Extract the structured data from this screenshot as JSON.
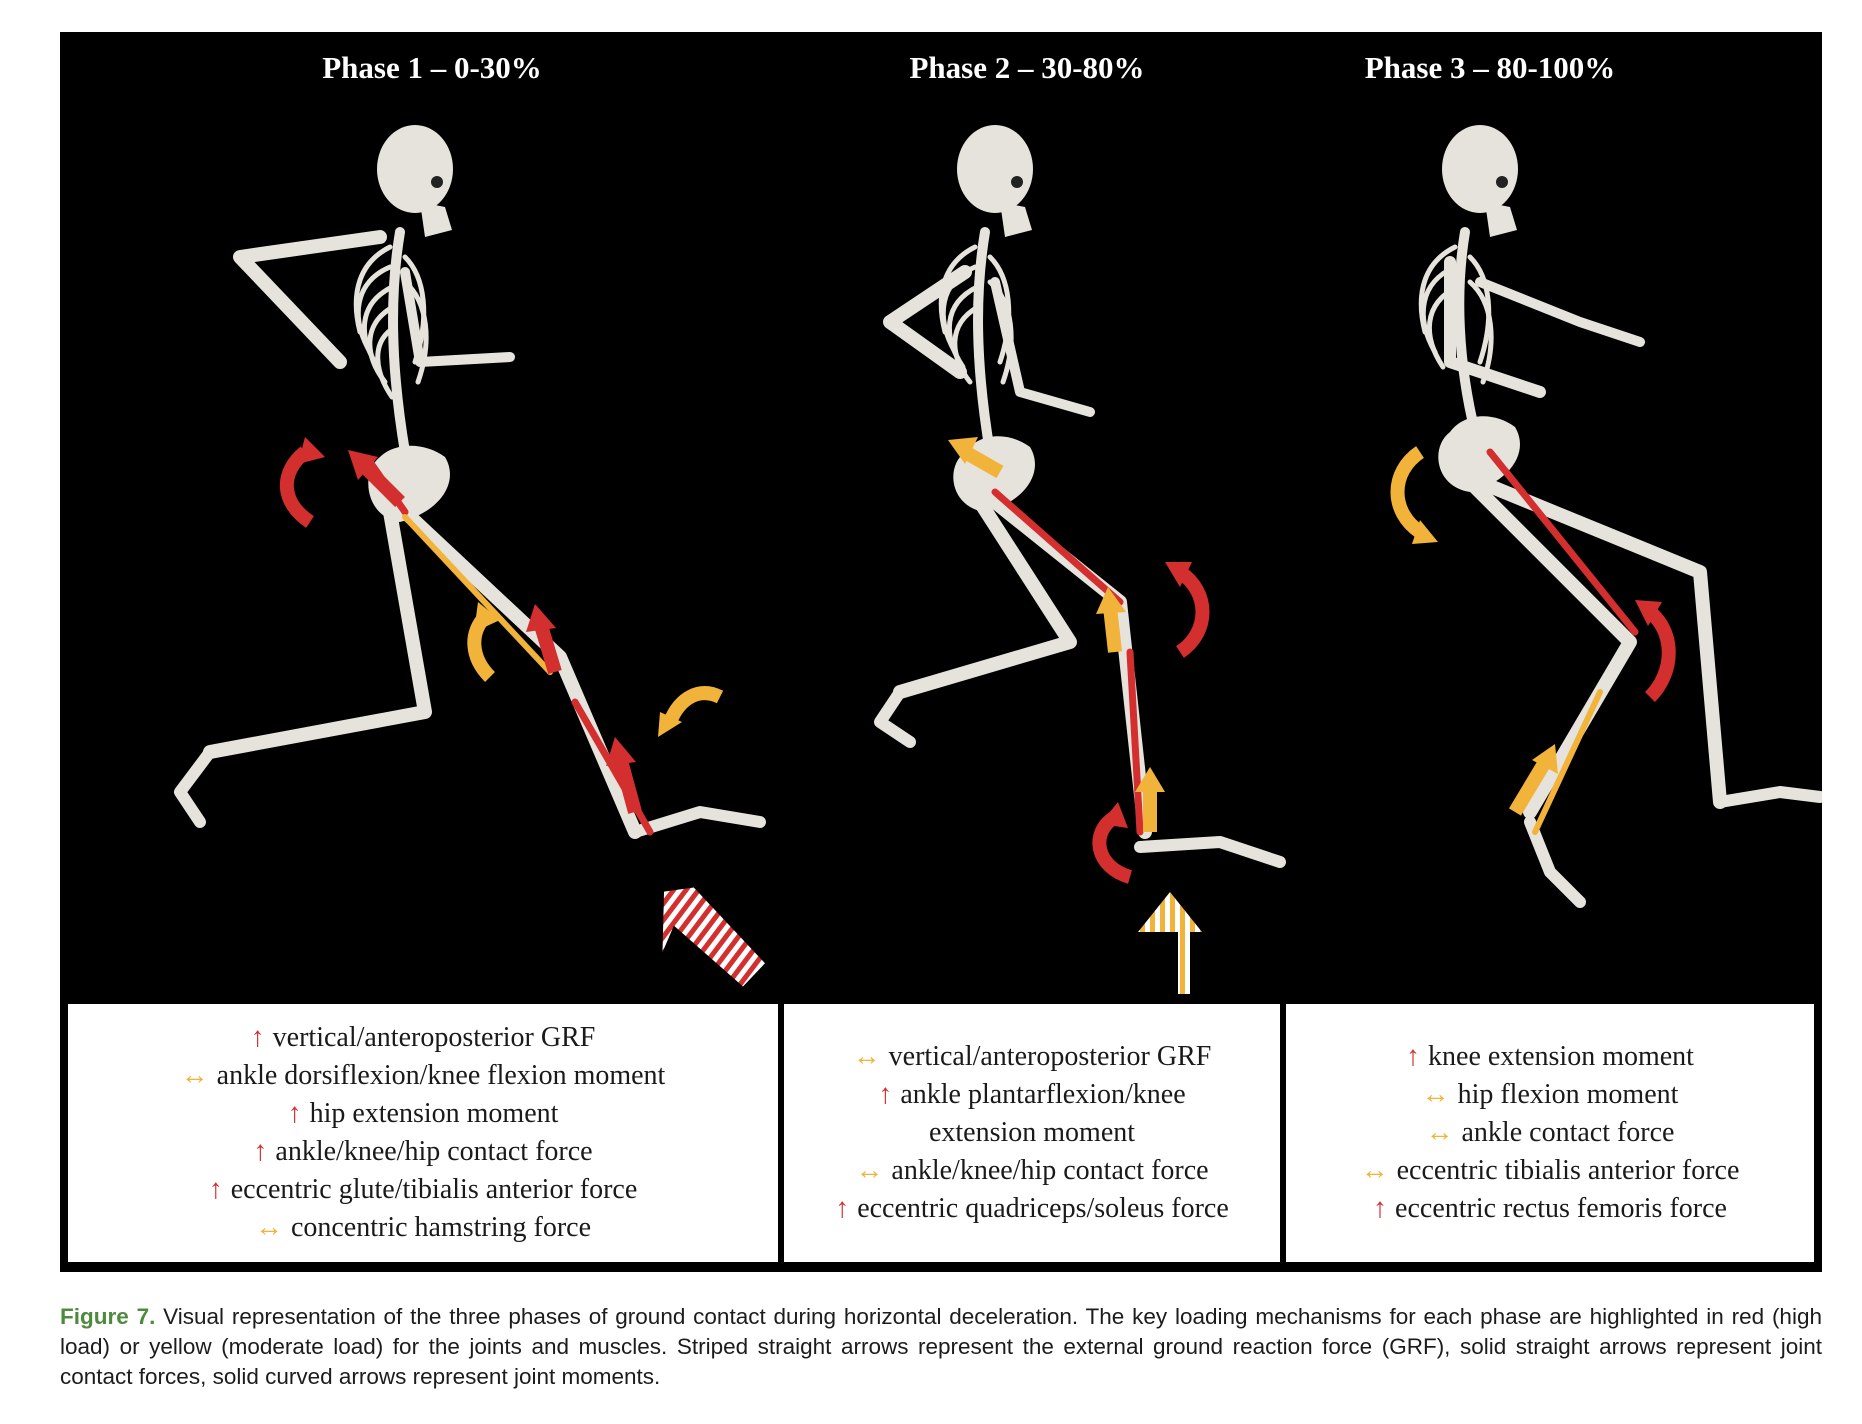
{
  "colors": {
    "high_load": "#d32f2f",
    "moderate_load": "#f2b33a",
    "bone": "#e6e3dc",
    "background": "#000000",
    "caption_label": "#4e8a3e"
  },
  "symbols": {
    "increase": "↑",
    "unchanged": "↔"
  },
  "phases": [
    {
      "title": "Phase 1 – 0-30%",
      "lines": [
        {
          "symbol": "↑",
          "load": "high",
          "text": "vertical/anteroposterior GRF"
        },
        {
          "symbol": "↔",
          "load": "moderate",
          "text": "ankle dorsiflexion/knee flexion moment"
        },
        {
          "symbol": "↑",
          "load": "high",
          "text": "hip extension moment"
        },
        {
          "symbol": "↑",
          "load": "high",
          "text": "ankle/knee/hip contact force"
        },
        {
          "symbol": "↑",
          "load": "high",
          "text": "eccentric glute/tibialis anterior force"
        },
        {
          "symbol": "↔",
          "load": "moderate",
          "text": "concentric hamstring force"
        }
      ]
    },
    {
      "title": "Phase 2 – 30-80%",
      "lines": [
        {
          "symbol": "↔",
          "load": "moderate",
          "text": "vertical/anteroposterior GRF"
        },
        {
          "symbol": "↑",
          "load": "high",
          "text": "ankle plantarflexion/knee"
        },
        {
          "symbol": "",
          "load": "none",
          "text": "extension moment"
        },
        {
          "symbol": "↔",
          "load": "moderate",
          "text": "ankle/knee/hip contact force"
        },
        {
          "symbol": "↑",
          "load": "high",
          "text": "eccentric quadriceps/soleus force"
        }
      ]
    },
    {
      "title": "Phase 3 – 80-100%",
      "lines": [
        {
          "symbol": "↑",
          "load": "high",
          "text": "knee extension moment"
        },
        {
          "symbol": "↔",
          "load": "moderate",
          "text": "hip flexion moment"
        },
        {
          "symbol": "↔",
          "load": "moderate",
          "text": "ankle contact force"
        },
        {
          "symbol": "↔",
          "load": "moderate",
          "text": "eccentric tibialis anterior force"
        },
        {
          "symbol": "↑",
          "load": "high",
          "text": "eccentric rectus femoris force"
        }
      ]
    }
  ],
  "caption": {
    "label": "Figure 7.",
    "text": "Visual representation of the three phases of ground contact during horizontal deceleration. The key loading mechanisms for each phase are highlighted in red (high load) or yellow (moderate load) for the joints and muscles. Striped straight arrows represent the external ground reaction force (GRF), solid straight arrows represent joint contact forces, solid curved arrows represent joint moments."
  }
}
